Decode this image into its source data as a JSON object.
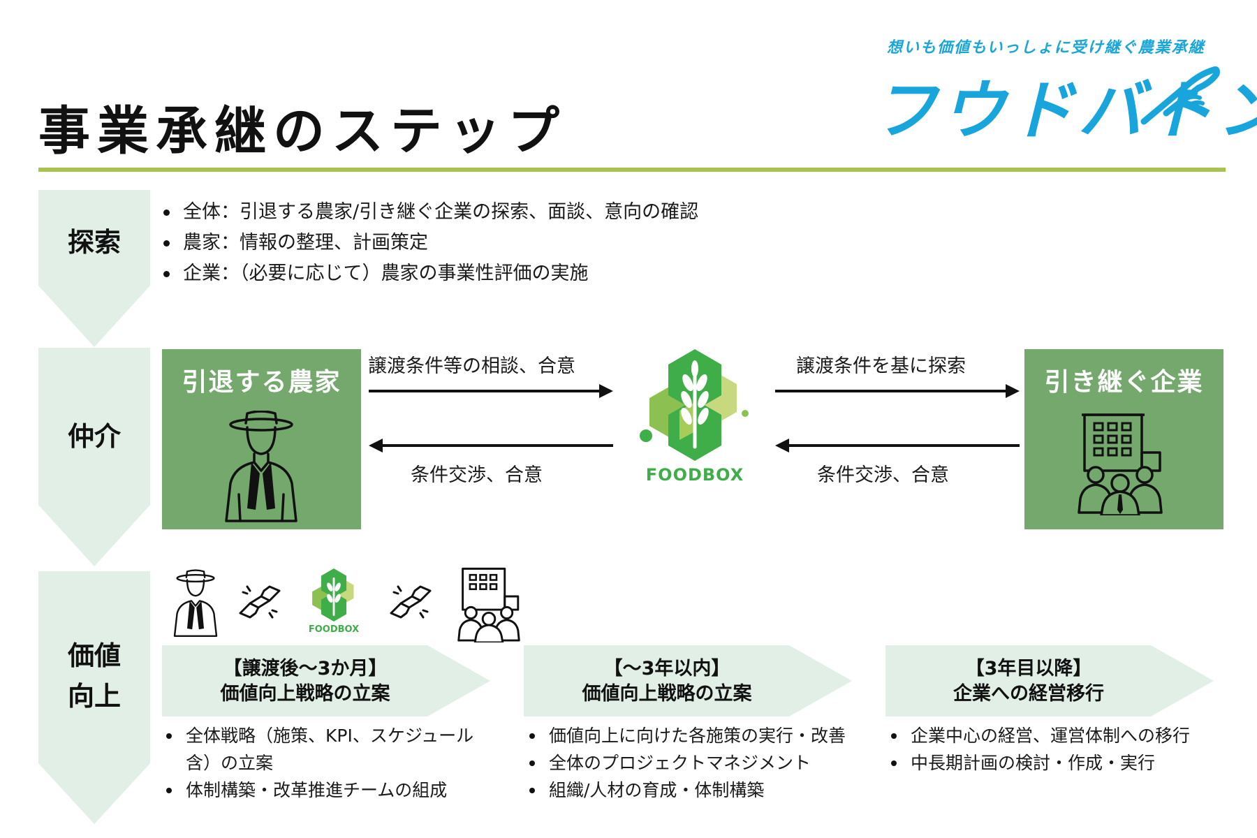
{
  "header": {
    "title": "事業承継のステップ",
    "tagline": "想いも価値もいっしょに受け継ぐ農業承継",
    "brand": "フウドバトン"
  },
  "steps": [
    {
      "label": "探索"
    },
    {
      "label": "仲介"
    },
    {
      "label_line1": "価値",
      "label_line2": "向上"
    }
  ],
  "explore": {
    "bullets": [
      "全体：引退する農家/引き継ぐ企業の探索、面談、意向の確認",
      "農家：情報の整理、計画策定",
      "企業：（必要に応じて）農家の事業性評価の実施"
    ]
  },
  "mediation": {
    "farmer_title": "引退する農家",
    "company_title": "引き継ぐ企業",
    "left_top_label": "譲渡条件等の相談、合意",
    "left_bottom_label": "条件交渉、合意",
    "right_top_label": "譲渡条件を基に探索",
    "right_bottom_label": "条件交渉、合意",
    "logo_text": "FOODBOX"
  },
  "value_up": {
    "icon_logo_text": "FOODBOX",
    "phases": [
      {
        "title_line1": "【譲渡後～3か月】",
        "title_line2": "価値向上戦略の立案",
        "bullet1_line1": "全体戦略（施策、KPI、スケジュール",
        "bullet1_line2": "含）の立案",
        "bullet2": "体制構築・改革推進チームの組成"
      },
      {
        "title_line1": "【～3年以内】",
        "title_line2": "価値向上戦略の立案",
        "bullets": [
          "価値向上に向けた各施策の実行・改善",
          "全体のプロジェクトマネジメント",
          "組織/人材の育成・体制構築"
        ]
      },
      {
        "title_line1": "【3年目以降】",
        "title_line2": "企業への経営移行",
        "bullets": [
          "企業中心の経営、運営体制への移行",
          "中長期計画の検討・作成・実行"
        ]
      }
    ]
  },
  "colors": {
    "step_fill": "#e1efe7",
    "party_fill": "#74a86c",
    "accent_rule": "#a9c24d",
    "brand_blue": "#17a5dc",
    "logo_green": "#3fae49",
    "logo_light": "#c7d87e"
  }
}
